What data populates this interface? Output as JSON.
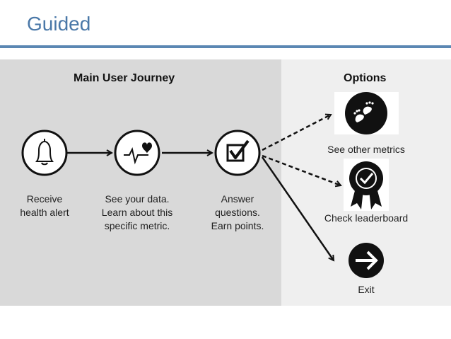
{
  "title": "Guided",
  "sections": {
    "main_heading": "Main User Journey",
    "options_heading": "Options"
  },
  "steps": [
    {
      "icon": "bell-icon",
      "line1": "Receive",
      "line2": "health alert",
      "line3": ""
    },
    {
      "icon": "heart-pulse-icon",
      "line1": "See your data.",
      "line2": "Learn about this",
      "line3": "specific metric."
    },
    {
      "icon": "checkbox-icon",
      "line1": "Answer",
      "line2": "questions.",
      "line3": "Earn points."
    }
  ],
  "options": [
    {
      "icon": "footprints-icon",
      "label": "See other metrics",
      "connector": "dashed"
    },
    {
      "icon": "award-ribbon-icon",
      "label": "Check leaderboard",
      "connector": "dashed"
    },
    {
      "icon": "arrow-right-circle-icon",
      "label": "Exit",
      "connector": "solid"
    }
  ],
  "colors": {
    "title": "#4a78a8",
    "rule": "#5b87b3",
    "main_panel": "#d9d9d9",
    "options_panel": "#efefef"
  }
}
